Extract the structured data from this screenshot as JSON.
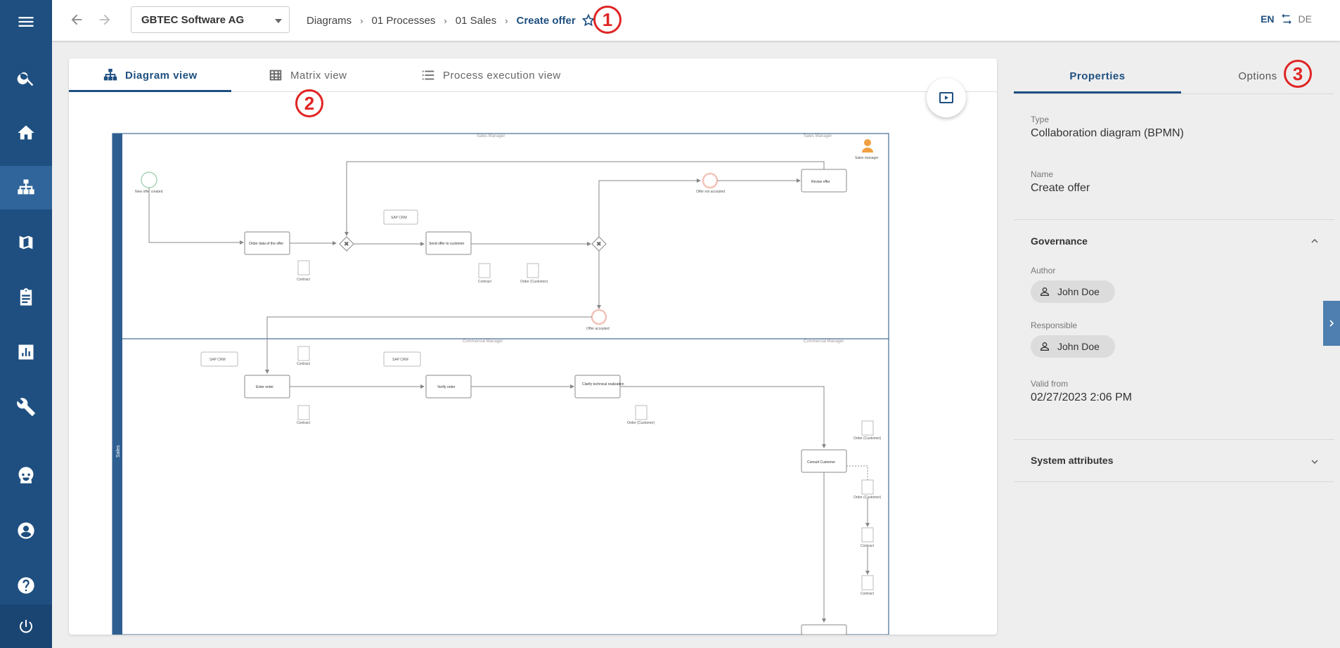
{
  "topbar": {
    "company": "GBTEC Software AG",
    "breadcrumb": [
      "Diagrams",
      "01 Processes",
      "01 Sales"
    ],
    "current": "Create offer",
    "lang_active": "EN",
    "lang_other": "DE"
  },
  "markers": [
    "1",
    "2",
    "3"
  ],
  "tabs": {
    "diagram": "Diagram view",
    "matrix": "Matrix view",
    "execution": "Process execution view"
  },
  "right_tabs": {
    "properties": "Properties",
    "options": "Options"
  },
  "properties": {
    "type_label": "Type",
    "type_value": "Collaboration diagram (BPMN)",
    "name_label": "Name",
    "name_value": "Create offer",
    "governance": "Governance",
    "author_label": "Author",
    "author_value": "John Doe",
    "responsible_label": "Responsible",
    "responsible_value": "John Doe",
    "valid_label": "Valid from",
    "valid_value": "02/27/2023 2:06 PM",
    "system_attributes": "System attributes"
  },
  "diagram": {
    "pool_top": "Sales Manager",
    "pool_bottom_label": "Sales",
    "lane_top_right": "Sales Manager",
    "lane_bottom_left": "Commercial Manager",
    "lane_bottom_right": "Commercial Manager",
    "start_event": "New offer created",
    "task_order_data": "Order data of the offer",
    "task_send_offer": "Send offer to customer",
    "task_revise": "Revise offer",
    "event_not_accepted": "Offer not accepted",
    "event_accepted": "Offer accepted",
    "sales_manager_role": "Sales manager",
    "sap_crm": "SAP CRM",
    "contract": "Contract",
    "order_customer": "Order (Customer)",
    "task_enter_order": "Enter order",
    "task_verify_order": "Verify order",
    "task_clarify": "Clarify technical realization",
    "task_consult": "Consult Customer"
  },
  "colors": {
    "sidebar": "#1e4f80",
    "accent": "#1e4f80",
    "marker": "#e02424"
  }
}
